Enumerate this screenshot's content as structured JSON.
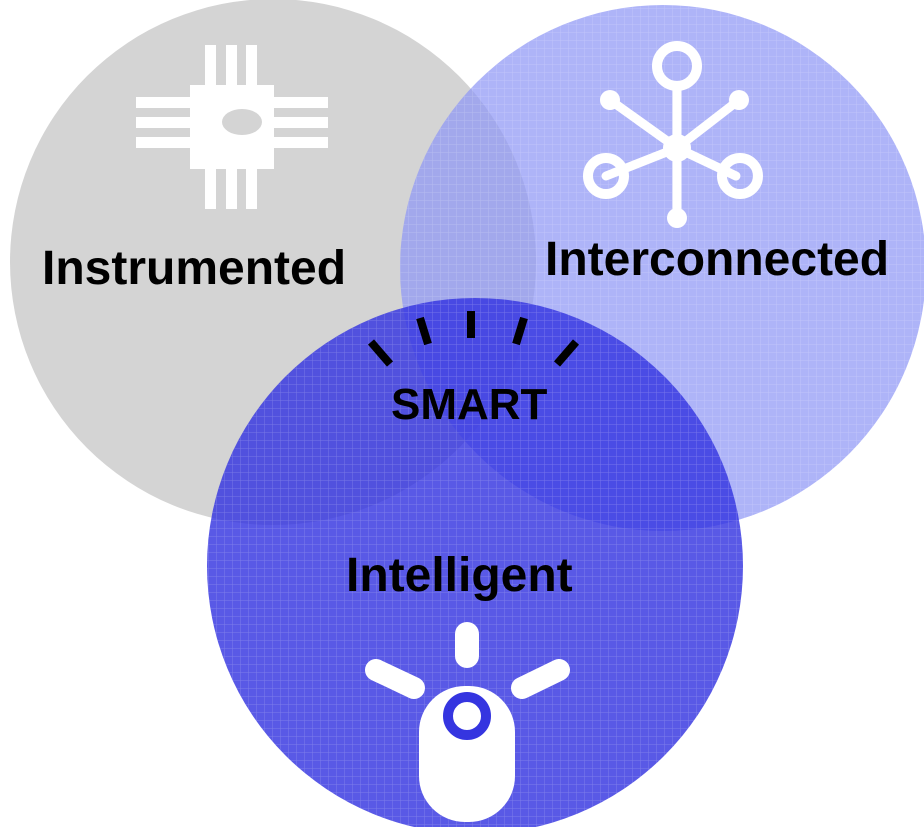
{
  "diagram": {
    "circles": [
      {
        "label": "Instrumented",
        "icon": "chip-icon",
        "color": "#d4d4d4"
      },
      {
        "label": "Interconnected",
        "icon": "network-hub-icon",
        "color": "#8f97f5"
      },
      {
        "label": "Intelligent",
        "icon": "lightbulb-icon",
        "color": "#3a3ae6"
      }
    ],
    "center": {
      "label": "SMART",
      "icon": "radiating-rays-icon"
    },
    "colors": {
      "instrumented": "#d4d4d4",
      "interconnected": "#8f97f5",
      "intelligent": "#3a3ae6",
      "icon_fill": "#ffffff",
      "text": "#000000"
    }
  }
}
